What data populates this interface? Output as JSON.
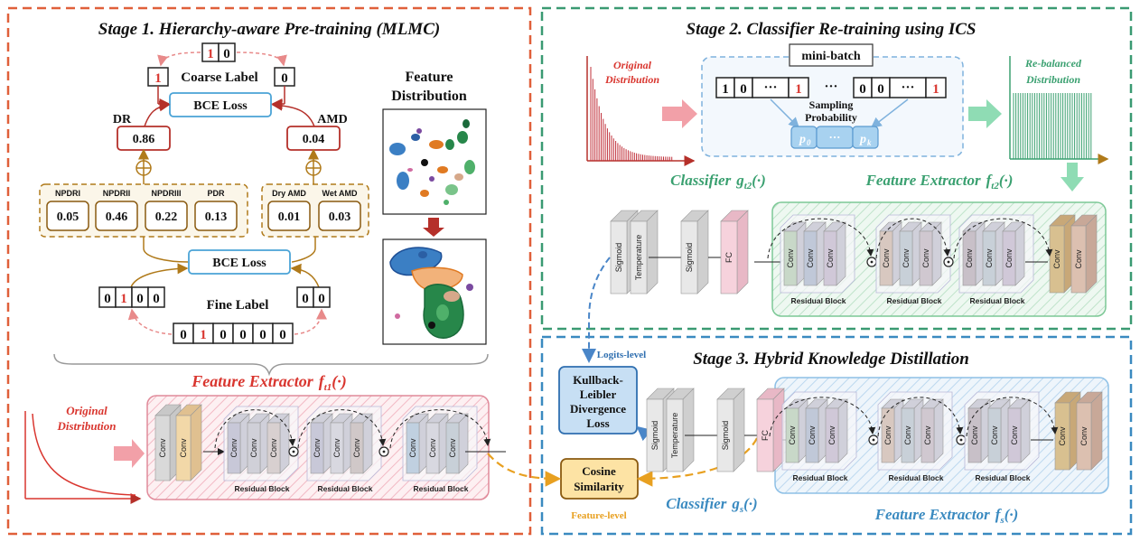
{
  "stage1": {
    "title": "Stage 1. Hierarchy-aware Pre-training (MLMC)",
    "top_bits": [
      "1",
      "0"
    ],
    "coarse_label": "Coarse Label",
    "coarse_left": "1",
    "coarse_right": "0",
    "bce_loss_top": "BCE Loss",
    "dr": {
      "label": "DR",
      "value": "0.86"
    },
    "amd": {
      "label": "AMD",
      "value": "0.04"
    },
    "dr_classes": [
      {
        "name": "NPDRI",
        "value": "0.05"
      },
      {
        "name": "NPDRII",
        "value": "0.46"
      },
      {
        "name": "NPDRIII",
        "value": "0.22"
      },
      {
        "name": "PDR",
        "value": "0.13"
      }
    ],
    "amd_classes": [
      {
        "name": "Dry AMD",
        "value": "0.01"
      },
      {
        "name": "Wet AMD",
        "value": "0.03"
      }
    ],
    "bce_loss_bottom": "BCE Loss",
    "fine_left_bits": [
      "0",
      "1",
      "0",
      "0"
    ],
    "fine_right_bits": [
      "0",
      "0"
    ],
    "fine_label": "Fine Label",
    "bottom_bits": [
      "0",
      "1",
      "0",
      "0",
      "0",
      "0"
    ],
    "feature_distribution": "Feature Distribution",
    "feature_extractor_text": "Feature Extractor",
    "feature_extractor_sub": "t1",
    "original_distribution": "Original Distribution",
    "conv": "Conv",
    "residual_block": "Residual Block"
  },
  "stage2": {
    "title": "Stage 2. Classifier Re-training using ICS",
    "original_distribution": "Original Distribution",
    "mini_batch": "mini-batch",
    "left_bits": [
      "1",
      "0",
      "···",
      "1"
    ],
    "right_bits": [
      "0",
      "0",
      "···",
      "1"
    ],
    "dots": "···",
    "sampling_probability": "Sampling Probability",
    "p0": "p0",
    "pdots": "···",
    "pk": "pk",
    "rebalanced": "Re-balanced Distribution",
    "classifier_text": "Classifier",
    "classifier_sub": "t2",
    "feature_extractor_text": "Feature Extractor",
    "feature_extractor_sub": "t2",
    "sigmoid": "Sigmoid",
    "temperature": "Temperature",
    "fc": "FC",
    "conv": "Conv",
    "residual_block": "Residual Block"
  },
  "stage3": {
    "title": "Stage 3. Hybrid Knowledge Distillation",
    "logits_level": "Logits-level",
    "kl_loss": "Kullback-Leibler Divergence Loss",
    "cosine": "Cosine Similarity",
    "feature_level": "Feature-level",
    "classifier_text": "Classifier",
    "classifier_sub": "s",
    "feature_extractor_text": "Feature Extractor",
    "feature_extractor_sub": "s",
    "sigmoid": "Sigmoid",
    "temperature": "Temperature",
    "fc": "FC",
    "conv": "Conv",
    "residual_block": "Residual Block"
  },
  "colors": {
    "stage1_border": "#e0603a",
    "stage2_border": "#3a9a72",
    "stage3_border": "#3a8ac0",
    "red_text": "#d9362f",
    "green_text": "#3aa070",
    "blue_text": "#2f6fb0",
    "brown": "#b07a1a",
    "dark_red": "#b5302a"
  }
}
